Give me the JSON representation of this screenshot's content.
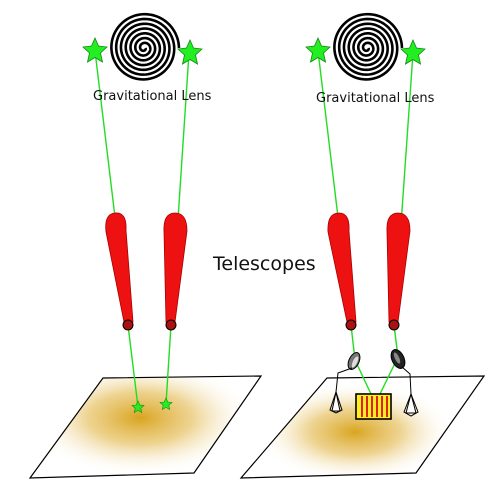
{
  "labels": {
    "lens_left": "Gravitational Lens",
    "lens_right": "Gravitational Lens",
    "telescopes": "Telescopes"
  },
  "colors": {
    "ray": "#22dd22",
    "star": "#22ee22",
    "telescope": "#ee1111",
    "spiral": "#000000",
    "detector_fill": "#ffee22",
    "detector_stripe": "#dd2222",
    "glow": "#d9a520"
  },
  "panels": [
    {
      "side": "left",
      "focus": "two-star-images-on-plane"
    },
    {
      "side": "right",
      "focus": "detector-with-mirrors"
    }
  ]
}
